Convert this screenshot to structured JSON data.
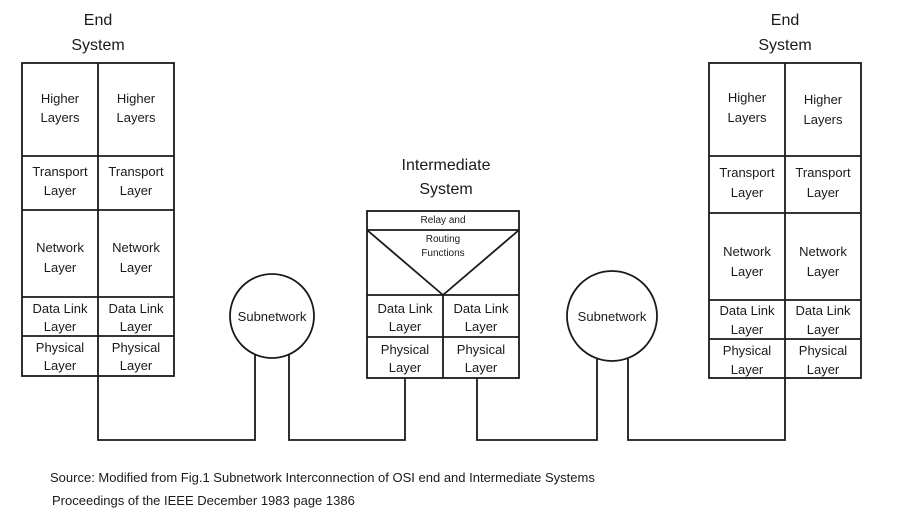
{
  "left_end_system": {
    "title_line1": "End",
    "title_line2": "System",
    "layers": [
      {
        "line1": "Higher",
        "line2": "Layers"
      },
      {
        "line1": "Transport",
        "line2": "Layer"
      },
      {
        "line1": "Network",
        "line2": "Layer"
      },
      {
        "line1": "Data Link",
        "line2": "Layer"
      },
      {
        "line1": "Physical",
        "line2": "Layer"
      }
    ]
  },
  "right_end_system": {
    "title_line1": "End",
    "title_line2": "System",
    "layers": [
      {
        "line1": "Higher",
        "line2": "Layers"
      },
      {
        "line1": "Transport",
        "line2": "Layer"
      },
      {
        "line1": "Network",
        "line2": "Layer"
      },
      {
        "line1": "Data Link",
        "line2": "Layer"
      },
      {
        "line1": "Physical",
        "line2": "Layer"
      }
    ]
  },
  "intermediate_system": {
    "title_line1": "Intermediate",
    "title_line2": "System",
    "relay_line1": "Relay and",
    "relay_line2": "Routing",
    "relay_line3": "Functions",
    "layers": [
      {
        "line1": "Data Link",
        "line2": "Layer"
      },
      {
        "line1": "Physical",
        "line2": "Layer"
      }
    ]
  },
  "subnetworks": {
    "left": "Subnetwork",
    "right": "Subnetwork"
  },
  "source": {
    "line1": "Source: Modified from Fig.1 Subnetwork Interconnection of OSI end and Intermediate Systems",
    "line2": "Proceedings of the IEEE December 1983  page 1386"
  }
}
